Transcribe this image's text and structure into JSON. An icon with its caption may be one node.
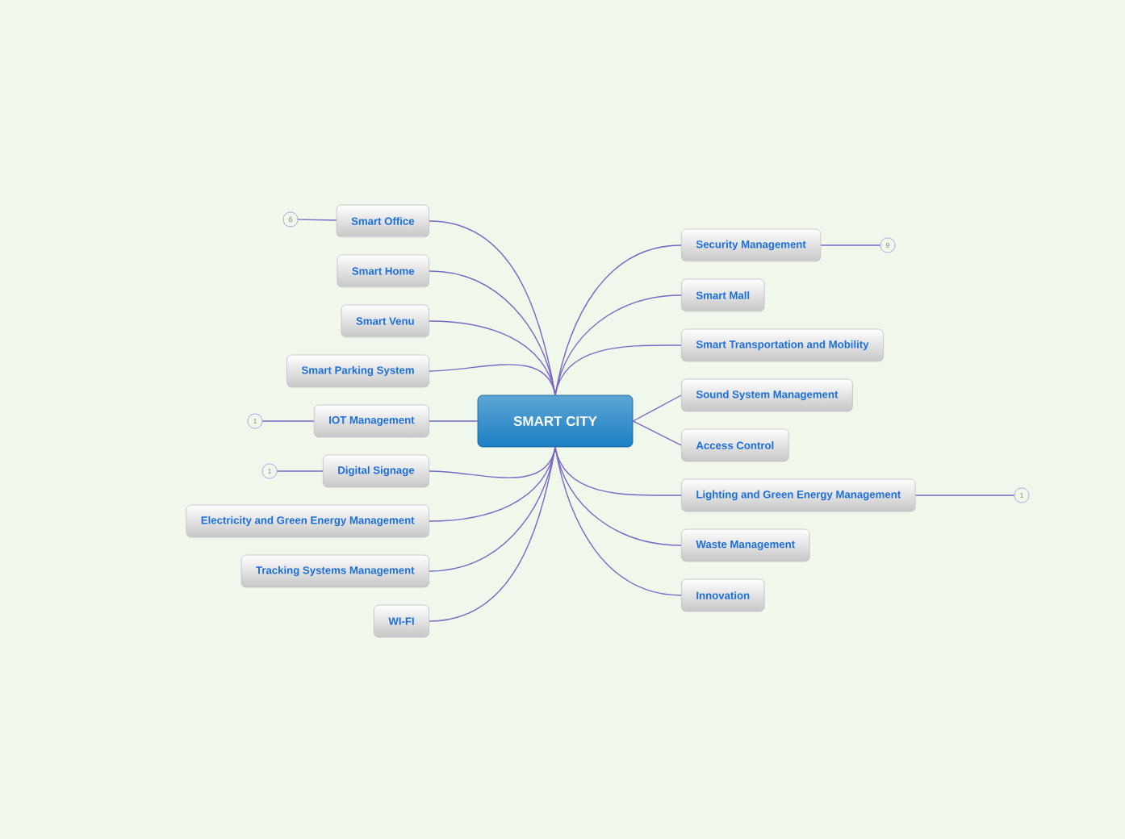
{
  "diagram": {
    "nodes": [
      {
        "text": [
          "SMART CITY"
        ]
      },
      {
        "text": [
          "Smart Office"
        ]
      },
      {
        "text": [
          "Smart Home"
        ]
      },
      {
        "text": [
          "Smart Venu"
        ]
      },
      {
        "text": [
          "Smart Parking System"
        ]
      },
      {
        "text": [
          "IOT Management"
        ]
      },
      {
        "text": [
          "Digital Signage"
        ]
      },
      {
        "text": [
          "Electricity and Green Energy Management"
        ]
      },
      {
        "text": [
          "Tracking Systems Management"
        ]
      },
      {
        "text": [
          "WI-FI"
        ]
      },
      {
        "text": [
          "Security Management"
        ]
      },
      {
        "text": [
          "Smart Mall"
        ]
      },
      {
        "text": [
          "Smart Transportation and Mobility"
        ]
      },
      {
        "text": [
          "Sound System Management"
        ]
      },
      {
        "text": [
          "Access Control"
        ]
      },
      {
        "text": [
          "Lighting and Green Energy Management"
        ]
      },
      {
        "text": [
          "Waste Management"
        ]
      },
      {
        "text": [
          "Innovation"
        ]
      },
      {
        "text": [
          "6"
        ]
      },
      {
        "text": [
          "1"
        ]
      },
      {
        "text": [
          "1"
        ]
      },
      {
        "text": [
          "9"
        ]
      },
      {
        "text": [
          "1"
        ]
      }
    ],
    "edges": [
      {
        "from": 0,
        "to": 1,
        "arrow": "none"
      },
      {
        "from": 0,
        "to": 2,
        "arrow": "none"
      },
      {
        "from": 0,
        "to": 3,
        "arrow": "none"
      },
      {
        "from": 0,
        "to": 4,
        "arrow": "none"
      },
      {
        "from": 0,
        "to": 5,
        "arrow": "none"
      },
      {
        "from": 0,
        "to": 6,
        "arrow": "none"
      },
      {
        "from": 0,
        "to": 7,
        "arrow": "none"
      },
      {
        "from": 0,
        "to": 8,
        "arrow": "none"
      },
      {
        "from": 0,
        "to": 9,
        "arrow": "none"
      },
      {
        "from": 0,
        "to": 10,
        "arrow": "none"
      },
      {
        "from": 0,
        "to": 11,
        "arrow": "none"
      },
      {
        "from": 0,
        "to": 12,
        "arrow": "none"
      },
      {
        "from": 0,
        "to": 13,
        "arrow": "none"
      },
      {
        "from": 0,
        "to": 14,
        "arrow": "none"
      },
      {
        "from": 0,
        "to": 15,
        "arrow": "none"
      },
      {
        "from": 0,
        "to": 16,
        "arrow": "none"
      },
      {
        "from": 0,
        "to": 17,
        "arrow": "none"
      },
      {
        "from": 1,
        "to": 18,
        "arrow": "none"
      },
      {
        "from": 5,
        "to": 19,
        "arrow": "none"
      },
      {
        "from": 6,
        "to": 20,
        "arrow": "none"
      },
      {
        "from": 10,
        "to": 21,
        "arrow": "none"
      },
      {
        "from": 15,
        "to": 22,
        "arrow": "none"
      }
    ]
  }
}
